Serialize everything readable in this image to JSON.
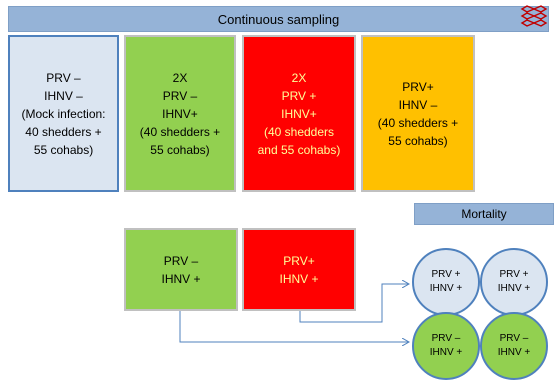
{
  "banner": {
    "label": "Continuous sampling"
  },
  "top_boxes": [
    {
      "text": "PRV –\nIHNV –\n(Mock infection:\n40 shedders +\n55 cohabs)",
      "color": "#dbe5f1"
    },
    {
      "text": "2X\nPRV –\nIHNV+\n(40 shedders +\n55 cohabs)",
      "color": "#92d050"
    },
    {
      "text": "2X\nPRV +\nIHNV+\n(40 shedders\nand 55 cohabs)",
      "color": "#ff0000"
    },
    {
      "text": "PRV+\nIHNV –\n(40 shedders +\n55 cohabs)",
      "color": "#ffc000"
    }
  ],
  "bottom_boxes": [
    {
      "text": "PRV –\nIHNV +",
      "color": "#92d050"
    },
    {
      "text": "PRV+\nIHNV +",
      "color": "#ff0000"
    }
  ],
  "mortality": {
    "label": "Mortality",
    "circles": [
      {
        "text": "PRV +\nIHNV +",
        "color": "#dbe5f1"
      },
      {
        "text": "PRV +\nIHNV +",
        "color": "#dbe5f1"
      },
      {
        "text": "PRV –\nIHNV +",
        "color": "#92d050"
      },
      {
        "text": "PRV –\nIHNV +",
        "color": "#92d050"
      }
    ]
  },
  "arrow_color": "#4f81bd",
  "logo_color": "#c00000",
  "logo_icon": "diamond-chain-icon"
}
